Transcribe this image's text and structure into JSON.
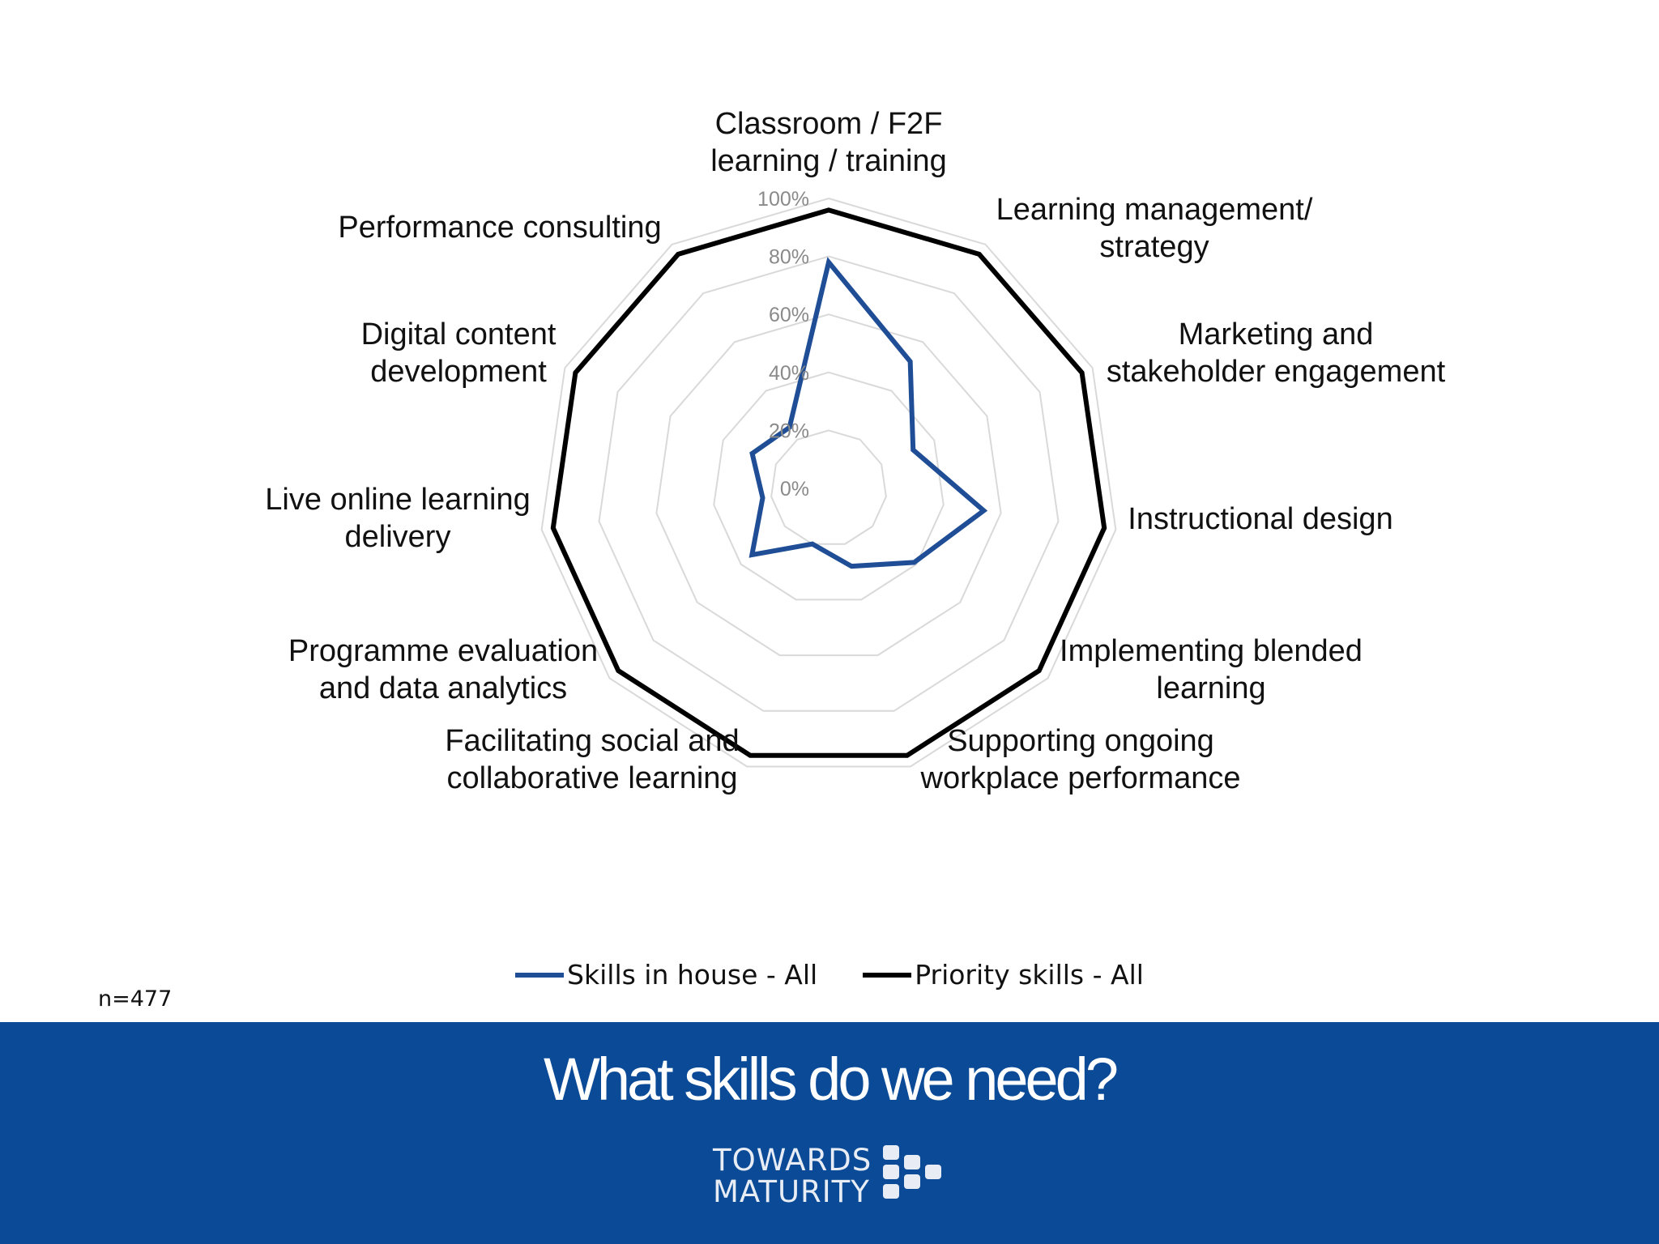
{
  "colors": {
    "series_in_house": "#1f4e96",
    "series_priority": "#000000",
    "footer_bg": "#0a4a96",
    "grid": "#d9d9d9"
  },
  "chart_data": {
    "type": "radar",
    "title": "",
    "categories": [
      "Classroom / F2F learning / training",
      "Learning management/ strategy",
      "Marketing and stakeholder engagement",
      "Instructional design",
      "Implementing blended learning",
      "Supporting ongoing workplace performance",
      "Facilitating social and collaborative learning",
      "Programme evaluation and data analytics",
      "Live online learning delivery",
      "Digital content development",
      "Performance consulting"
    ],
    "category_lines": [
      [
        "Classroom / F2F",
        "learning / training"
      ],
      [
        "Learning management/",
        "strategy"
      ],
      [
        "Marketing and",
        "stakeholder engagement"
      ],
      [
        "Instructional design"
      ],
      [
        "Implementing blended",
        "learning"
      ],
      [
        "Supporting ongoing",
        "workplace performance"
      ],
      [
        "Facilitating social and",
        "collaborative learning"
      ],
      [
        "Programme evaluation",
        "and data analytics"
      ],
      [
        "Live online learning",
        "delivery"
      ],
      [
        "Digital content",
        "development"
      ],
      [
        "Performance consulting"
      ]
    ],
    "series": [
      {
        "name": "Skills in house - All",
        "values": [
          78,
          52,
          32,
          54,
          39,
          28,
          20,
          35,
          23,
          29,
          25
        ]
      },
      {
        "name": "Priority skills - All",
        "values": [
          96,
          96,
          96,
          96,
          96,
          96,
          96,
          96,
          96,
          96,
          96
        ]
      }
    ],
    "r_ticks": [
      "0%",
      "20%",
      "40%",
      "60%",
      "80%",
      "100%"
    ],
    "r_range": [
      0,
      100
    ],
    "grid": true,
    "legend_position": "bottom"
  },
  "note": "n=477",
  "footer": {
    "title": "What skills do we need?",
    "logo_line1": "TOWARDS",
    "logo_line2": "MATURITY"
  }
}
